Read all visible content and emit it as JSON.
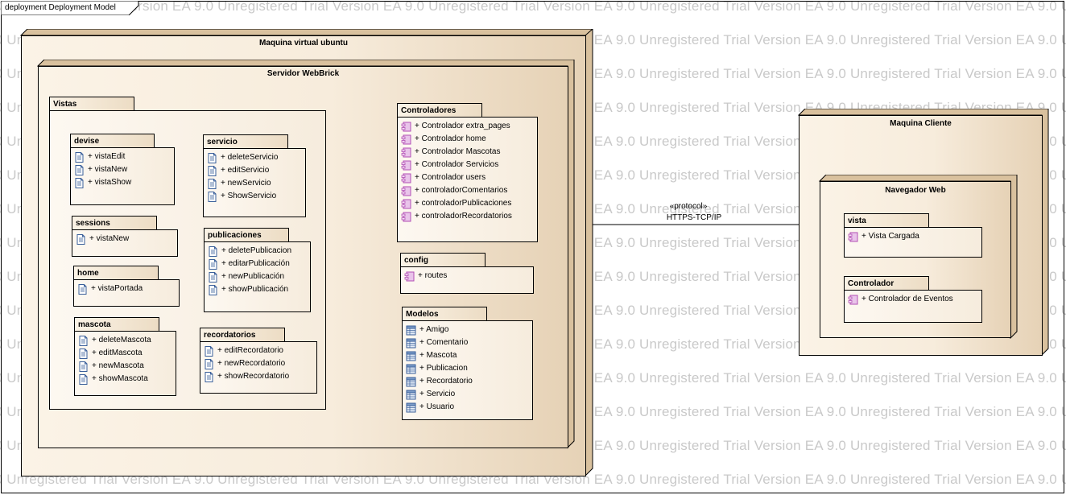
{
  "frame_title": "deployment Deployment Model",
  "watermark": "EA 9.0 Unregistered Trial Version",
  "nodes": {
    "vm": "Maquina virtual ubuntu",
    "server": "Servidor WebBrick",
    "client": "Maquina Cliente",
    "browser": "Navegador Web"
  },
  "packages": {
    "vistas": {
      "name": "Vistas"
    },
    "devise": {
      "name": "devise",
      "items": [
        "+ vistaEdit",
        "+ vistaNew",
        "+ vistaShow"
      ]
    },
    "sessions": {
      "name": "sessions",
      "items": [
        "+ vistaNew"
      ]
    },
    "home": {
      "name": "home",
      "items": [
        "+ vistaPortada"
      ]
    },
    "mascota": {
      "name": "mascota",
      "items": [
        "+ deleteMascota",
        "+ editMascota",
        "+ newMascota",
        "+ showMascota"
      ]
    },
    "servicio": {
      "name": "servicio",
      "items": [
        "+ deleteServicio",
        "+ editServicio",
        "+ newServicio",
        "+ ShowServicio"
      ]
    },
    "publicaciones": {
      "name": "publicaciones",
      "items": [
        "+ deletePublicacion",
        "+ editarPublicación",
        "+ newPublicación",
        "+ showPublicación"
      ]
    },
    "recordatorios": {
      "name": "recordatorios",
      "items": [
        "+ editRecordatorio",
        "+ newRecordatorio",
        "+ showRecordatorio"
      ]
    },
    "controladores": {
      "name": "Controladores",
      "items": [
        "+ Controlador extra_pages",
        "+ Controlador home",
        "+ Controlador Mascotas",
        "+ Controlador Servicios",
        "+ Controlador users",
        "+ controladorComentarios",
        "+ controladorPublicaciones",
        "+ controladorRecordatorios"
      ]
    },
    "config": {
      "name": "config",
      "items": [
        "+ routes"
      ]
    },
    "modelos": {
      "name": "Modelos",
      "items": [
        "+ Amigo",
        "+ Comentario",
        "+ Mascota",
        "+ Publicacion",
        "+ Recordatorio",
        "+ Servicio",
        "+ Usuario"
      ]
    },
    "vista": {
      "name": "vista",
      "items": [
        "+ Vista Cargada"
      ]
    },
    "controlador": {
      "name": "Controlador",
      "items": [
        "+ Controlador de Eventos"
      ]
    }
  },
  "connector": {
    "stereotype": "«protocol»",
    "label": "HTTPS-TCP/IP"
  },
  "icons": {
    "view": "document-icon",
    "component": "component-icon",
    "model": "table-icon"
  },
  "colors": {
    "node_fill": "#f7ecdc",
    "node_shadow": "#e6d2b6",
    "watermark": "#c9c9c9",
    "component_icon": "#b24fb5"
  }
}
